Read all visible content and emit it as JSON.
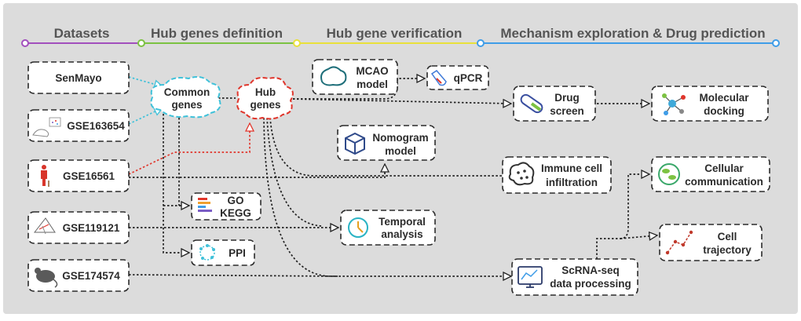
{
  "stages": [
    {
      "label": "Datasets",
      "color": "#a24fbd"
    },
    {
      "label": "Hub genes definition",
      "color": "#7cc242"
    },
    {
      "label": "Hub gene verification",
      "color": "#e9e13a"
    },
    {
      "label": "Mechanism exploration & Drug prediction",
      "color": "#3f9de8"
    }
  ],
  "datasets": [
    {
      "label": "SenMayo",
      "icon": "none"
    },
    {
      "label": "GSE163654",
      "icon": "mouse-plot-icon"
    },
    {
      "label": "GSE16561",
      "icon": "human-body-icon"
    },
    {
      "label": "GSE119121",
      "icon": "brain-tissue-icon"
    },
    {
      "label": "GSE174574",
      "icon": "mouse-icon"
    }
  ],
  "nodes": {
    "common_genes": {
      "line1": "Common",
      "line2": "genes",
      "color": "#3fc1d9"
    },
    "hub_genes": {
      "line1": "Hub",
      "line2": "genes",
      "color": "#e0362c"
    },
    "go_kegg": {
      "line1": "GO",
      "line2": "KEGG",
      "icon": "bar-chart-icon"
    },
    "ppi": {
      "label": "PPI",
      "icon": "network-ring-icon"
    },
    "mcao": {
      "line1": "MCAO",
      "line2": "model",
      "icon": "brain-icon"
    },
    "qpcr": {
      "label": "qPCR",
      "icon": "test-tube-icon"
    },
    "nomogram": {
      "line1": "Nomogram",
      "line2": "model",
      "icon": "cube-icon"
    },
    "temporal": {
      "line1": "Temporal",
      "line2": "analysis",
      "icon": "clock-icon"
    },
    "drug": {
      "line1": "Drug",
      "line2": "screen",
      "icon": "capsule-icon"
    },
    "docking": {
      "line1": "Molecular",
      "line2": "docking",
      "icon": "molecule-icon"
    },
    "immune": {
      "line1": "Immune cell",
      "line2": "infiltration",
      "icon": "cell-icon"
    },
    "cellular": {
      "line1": "Cellular",
      "line2": "communication",
      "icon": "cells-icon"
    },
    "trajectory": {
      "line1": "Cell",
      "line2": "trajectory",
      "icon": "trajectory-icon"
    },
    "scrna": {
      "line1": "ScRNA-seq",
      "line2": "data processing",
      "icon": "monitor-chart-icon"
    }
  },
  "colors": {
    "background": "#dcdcdc",
    "dashed_link": "#3fc1d9",
    "hub_link": "#e0362c",
    "connector": "#222222"
  }
}
